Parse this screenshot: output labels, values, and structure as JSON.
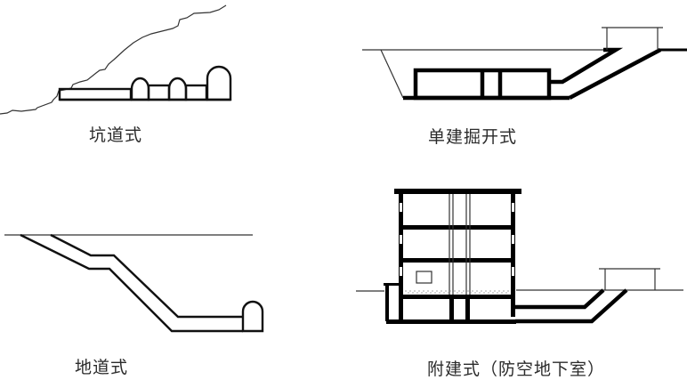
{
  "figure": {
    "panels": [
      {
        "id": "tunnel",
        "caption": "坑道式"
      },
      {
        "id": "single-excavation",
        "caption": "单建掘开式"
      },
      {
        "id": "underground-passage",
        "caption": "地道式"
      },
      {
        "id": "attached-basement",
        "caption": "附建式（防空地下室）"
      }
    ]
  },
  "colors": {
    "line": "#000000",
    "ground_line": "#333333",
    "background": "#ffffff"
  }
}
